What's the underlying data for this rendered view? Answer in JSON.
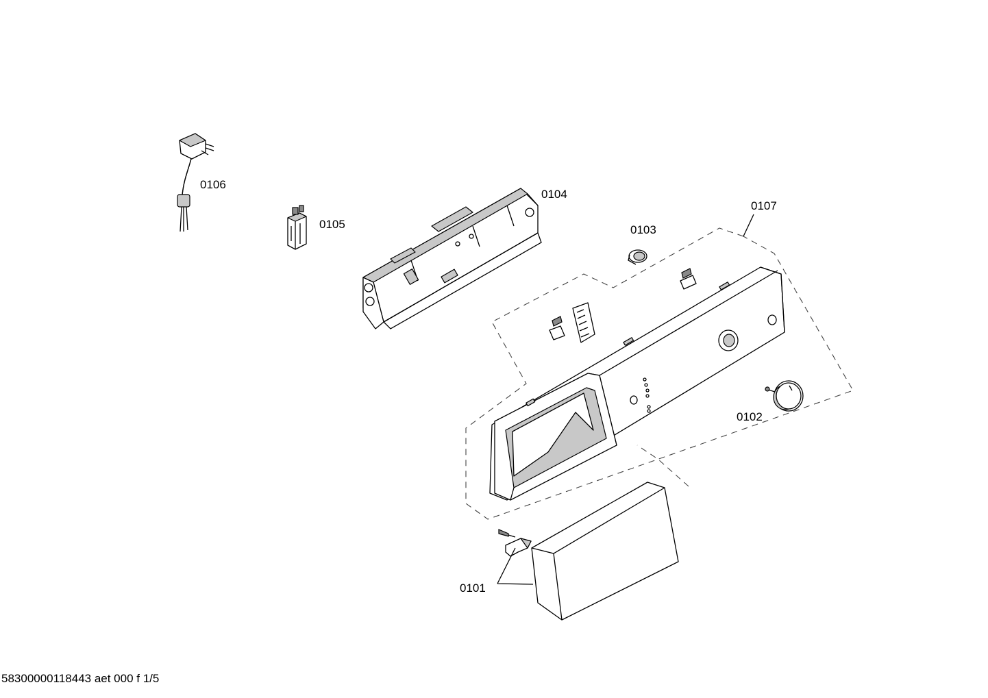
{
  "diagram": {
    "parts": [
      {
        "id": "0101",
        "label": "0101"
      },
      {
        "id": "0102",
        "label": "0102"
      },
      {
        "id": "0103",
        "label": "0103"
      },
      {
        "id": "0104",
        "label": "0104"
      },
      {
        "id": "0105",
        "label": "0105"
      },
      {
        "id": "0106",
        "label": "0106"
      },
      {
        "id": "0107",
        "label": "0107"
      }
    ],
    "footer": "58300000118443 aet 000 f 1/5"
  }
}
